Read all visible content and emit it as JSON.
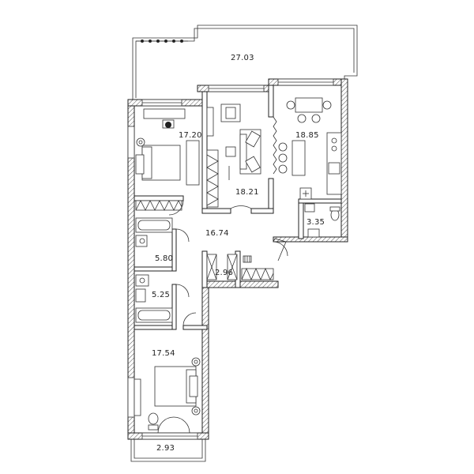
{
  "rooms": [
    {
      "id": "terrace",
      "area": "27.03"
    },
    {
      "id": "bedroom-1",
      "area": "17.20"
    },
    {
      "id": "living-room",
      "area": "18.21"
    },
    {
      "id": "kitchen-dining",
      "area": "18.85"
    },
    {
      "id": "bathroom-small",
      "area": "3.35"
    },
    {
      "id": "hallway",
      "area": "16.74"
    },
    {
      "id": "bathroom-1",
      "area": "5.80"
    },
    {
      "id": "storage",
      "area": "2.96"
    },
    {
      "id": "bathroom-2",
      "area": "5.25"
    },
    {
      "id": "bedroom-2",
      "area": "17.54"
    },
    {
      "id": "balcony",
      "area": "2.93"
    }
  ],
  "colors": {
    "wall": "#222222",
    "hatch": "#555555",
    "furniture": "#333333",
    "background": "#ffffff"
  }
}
